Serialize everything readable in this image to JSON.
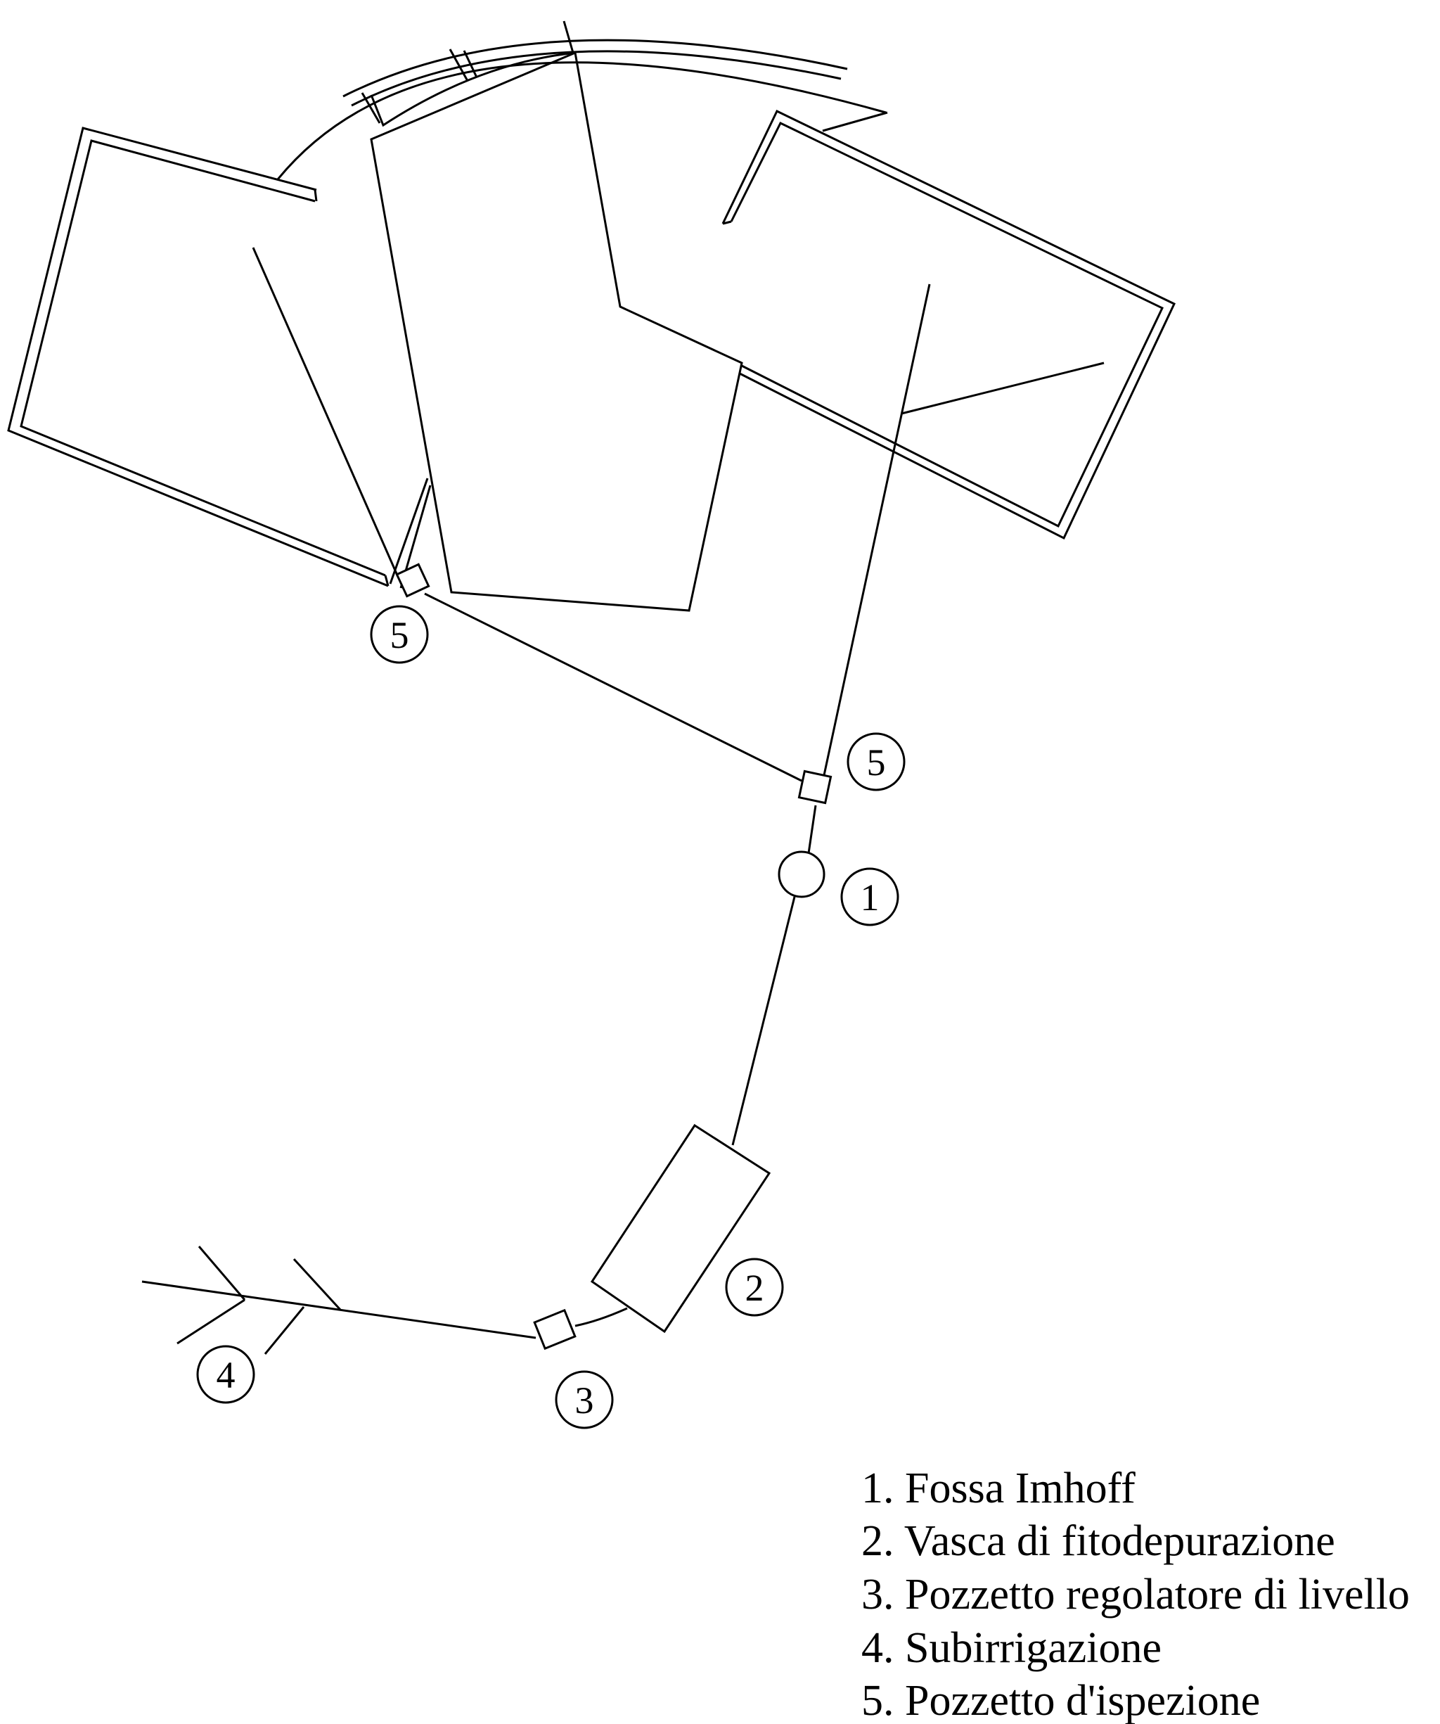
{
  "markers": [
    {
      "id": "m5a",
      "number": "5"
    },
    {
      "id": "m5b",
      "number": "5"
    },
    {
      "id": "m1",
      "number": "1"
    },
    {
      "id": "m2",
      "number": "2"
    },
    {
      "id": "m3",
      "number": "3"
    },
    {
      "id": "m4",
      "number": "4"
    }
  ],
  "legend": [
    "1. Fossa Imhoff",
    "2. Vasca di fitodepurazione",
    "3. Pozzetto regolatore di livello",
    "4. Subirrigazione",
    "5. Pozzetto d'ispezione"
  ]
}
